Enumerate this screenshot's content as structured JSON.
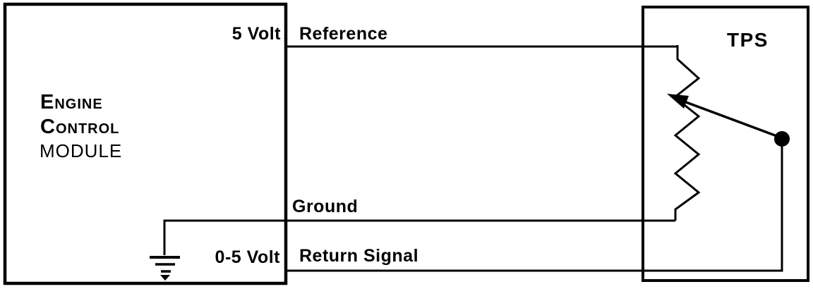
{
  "colors": {
    "ink": "#000000",
    "paper": "#ffffff"
  },
  "ecm": {
    "label_line1": "Engine",
    "label_line2": "Control",
    "label_line3": "MODULE",
    "pin_reference": "5 Volt",
    "pin_return": "0-5 Volt"
  },
  "tps": {
    "label": "TPS"
  },
  "wires": {
    "reference": "Reference",
    "ground": "Ground",
    "return_signal": "Return Signal"
  }
}
